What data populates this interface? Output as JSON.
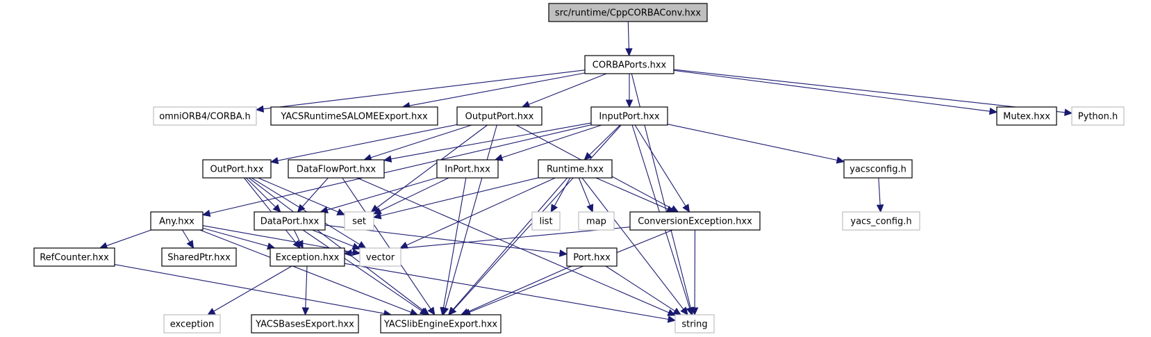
{
  "title": "Include dependency graph for src/runtime/CppCORBAConv.hxx",
  "colors": {
    "edge": "#191970",
    "root_fill": "#bfbfbf",
    "node_fill": "#ffffff",
    "documented_border": "#000000",
    "external_border": "#bfbfbf"
  },
  "nodes": [
    {
      "id": "cppcorbaconv",
      "label": "src/runtime/CppCORBAConv.hxx",
      "kind": "root"
    },
    {
      "id": "corbaports",
      "label": "CORBAPorts.hxx",
      "kind": "documented"
    },
    {
      "id": "omniorb",
      "label": "omniORB4/CORBA.h",
      "kind": "external"
    },
    {
      "id": "yacsruntimesalome",
      "label": "YACSRuntimeSALOMEExport.hxx",
      "kind": "documented"
    },
    {
      "id": "outputport",
      "label": "OutputPort.hxx",
      "kind": "documented"
    },
    {
      "id": "inputport",
      "label": "InputPort.hxx",
      "kind": "documented"
    },
    {
      "id": "mutex",
      "label": "Mutex.hxx",
      "kind": "documented"
    },
    {
      "id": "python",
      "label": "Python.h",
      "kind": "external"
    },
    {
      "id": "outport",
      "label": "OutPort.hxx",
      "kind": "documented"
    },
    {
      "id": "dataflowport",
      "label": "DataFlowPort.hxx",
      "kind": "documented"
    },
    {
      "id": "inport",
      "label": "InPort.hxx",
      "kind": "documented"
    },
    {
      "id": "runtime",
      "label": "Runtime.hxx",
      "kind": "documented"
    },
    {
      "id": "yacsconfig",
      "label": "yacsconfig.h",
      "kind": "documented"
    },
    {
      "id": "any",
      "label": "Any.hxx",
      "kind": "documented"
    },
    {
      "id": "dataport",
      "label": "DataPort.hxx",
      "kind": "documented"
    },
    {
      "id": "set",
      "label": "set",
      "kind": "external"
    },
    {
      "id": "list",
      "label": "list",
      "kind": "external"
    },
    {
      "id": "map",
      "label": "map",
      "kind": "external"
    },
    {
      "id": "conversionexception",
      "label": "ConversionException.hxx",
      "kind": "documented"
    },
    {
      "id": "yacs_config",
      "label": "yacs_config.h",
      "kind": "external"
    },
    {
      "id": "refcounter",
      "label": "RefCounter.hxx",
      "kind": "documented"
    },
    {
      "id": "sharedptr",
      "label": "SharedPtr.hxx",
      "kind": "documented"
    },
    {
      "id": "exception_hxx",
      "label": "Exception.hxx",
      "kind": "documented"
    },
    {
      "id": "vector",
      "label": "vector",
      "kind": "external"
    },
    {
      "id": "port",
      "label": "Port.hxx",
      "kind": "documented"
    },
    {
      "id": "exception_std",
      "label": "exception",
      "kind": "external"
    },
    {
      "id": "yacsbases",
      "label": "YACSBasesExport.hxx",
      "kind": "documented"
    },
    {
      "id": "yacslibengine",
      "label": "YACSlibEngineExport.hxx",
      "kind": "documented"
    },
    {
      "id": "string",
      "label": "string",
      "kind": "external"
    }
  ],
  "edges": [
    {
      "from": "cppcorbaconv",
      "to": "corbaports"
    },
    {
      "from": "corbaports",
      "to": "omniorb"
    },
    {
      "from": "corbaports",
      "to": "yacsruntimesalome"
    },
    {
      "from": "corbaports",
      "to": "outputport"
    },
    {
      "from": "corbaports",
      "to": "inputport"
    },
    {
      "from": "corbaports",
      "to": "mutex"
    },
    {
      "from": "corbaports",
      "to": "python"
    },
    {
      "from": "corbaports",
      "to": "string"
    },
    {
      "from": "outputport",
      "to": "outport"
    },
    {
      "from": "outputport",
      "to": "dataflowport"
    },
    {
      "from": "outputport",
      "to": "set"
    },
    {
      "from": "outputport",
      "to": "conversionexception"
    },
    {
      "from": "outputport",
      "to": "yacslibengine"
    },
    {
      "from": "inputport",
      "to": "any"
    },
    {
      "from": "inputport",
      "to": "dataflowport"
    },
    {
      "from": "inputport",
      "to": "inport"
    },
    {
      "from": "inputport",
      "to": "runtime"
    },
    {
      "from": "inputport",
      "to": "conversionexception"
    },
    {
      "from": "inputport",
      "to": "yacsconfig"
    },
    {
      "from": "inputport",
      "to": "yacslibengine"
    },
    {
      "from": "inputport",
      "to": "string"
    },
    {
      "from": "outport",
      "to": "dataport"
    },
    {
      "from": "outport",
      "to": "set"
    },
    {
      "from": "outport",
      "to": "exception_hxx"
    },
    {
      "from": "outport",
      "to": "vector"
    },
    {
      "from": "outport",
      "to": "yacslibengine"
    },
    {
      "from": "dataflowport",
      "to": "dataport"
    },
    {
      "from": "dataflowport",
      "to": "string"
    },
    {
      "from": "dataflowport",
      "to": "yacslibengine"
    },
    {
      "from": "inport",
      "to": "dataport"
    },
    {
      "from": "inport",
      "to": "set"
    },
    {
      "from": "inport",
      "to": "yacslibengine"
    },
    {
      "from": "runtime",
      "to": "set"
    },
    {
      "from": "runtime",
      "to": "list"
    },
    {
      "from": "runtime",
      "to": "map"
    },
    {
      "from": "runtime",
      "to": "conversionexception"
    },
    {
      "from": "runtime",
      "to": "vector"
    },
    {
      "from": "runtime",
      "to": "string"
    },
    {
      "from": "runtime",
      "to": "yacslibengine"
    },
    {
      "from": "yacsconfig",
      "to": "yacs_config"
    },
    {
      "from": "any",
      "to": "refcounter"
    },
    {
      "from": "any",
      "to": "sharedptr"
    },
    {
      "from": "any",
      "to": "exception_hxx"
    },
    {
      "from": "any",
      "to": "vector"
    },
    {
      "from": "any",
      "to": "yacslibengine"
    },
    {
      "from": "dataport",
      "to": "exception_hxx"
    },
    {
      "from": "dataport",
      "to": "vector"
    },
    {
      "from": "dataport",
      "to": "port"
    },
    {
      "from": "dataport",
      "to": "yacslibengine"
    },
    {
      "from": "conversionexception",
      "to": "exception_hxx"
    },
    {
      "from": "conversionexception",
      "to": "yacslibengine"
    },
    {
      "from": "conversionexception",
      "to": "string"
    },
    {
      "from": "refcounter",
      "to": "yacslibengine"
    },
    {
      "from": "exception_hxx",
      "to": "exception_std"
    },
    {
      "from": "exception_hxx",
      "to": "yacsbases"
    },
    {
      "from": "exception_hxx",
      "to": "string"
    },
    {
      "from": "port",
      "to": "yacslibengine"
    },
    {
      "from": "port",
      "to": "string"
    }
  ]
}
